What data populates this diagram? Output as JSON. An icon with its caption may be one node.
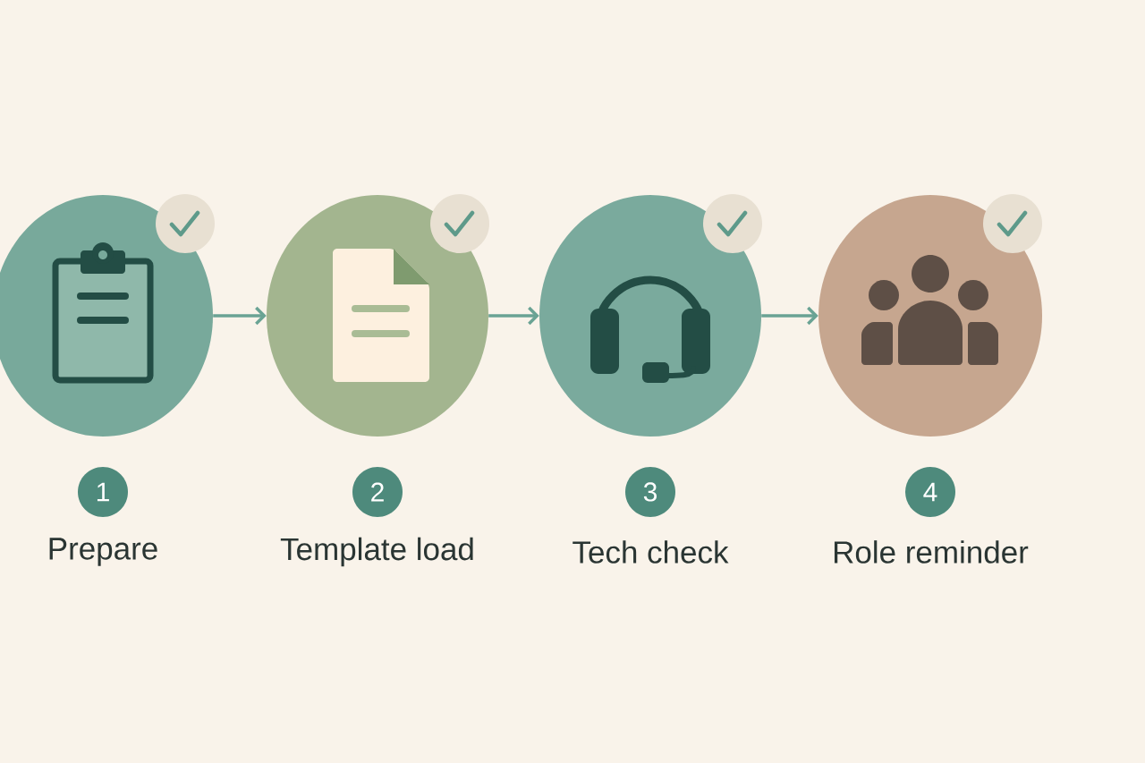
{
  "diagram": {
    "nodes": [
      {
        "text": [],
        "shape": "circle",
        "beside": [
          "1",
          "Prepare"
        ]
      },
      {
        "text": [],
        "shape": "circle",
        "beside": [
          "2",
          "Template load"
        ]
      },
      {
        "text": [],
        "shape": "circle",
        "beside": [
          "3",
          "Tech check"
        ]
      },
      {
        "text": [],
        "shape": "circle",
        "beside": [
          "4",
          "Role reminder"
        ]
      }
    ],
    "edges": [
      {
        "from": 0,
        "to": 1,
        "arrow": "to"
      },
      {
        "from": 1,
        "to": 2,
        "arrow": "to"
      },
      {
        "from": 2,
        "to": 3,
        "arrow": "to"
      }
    ]
  }
}
